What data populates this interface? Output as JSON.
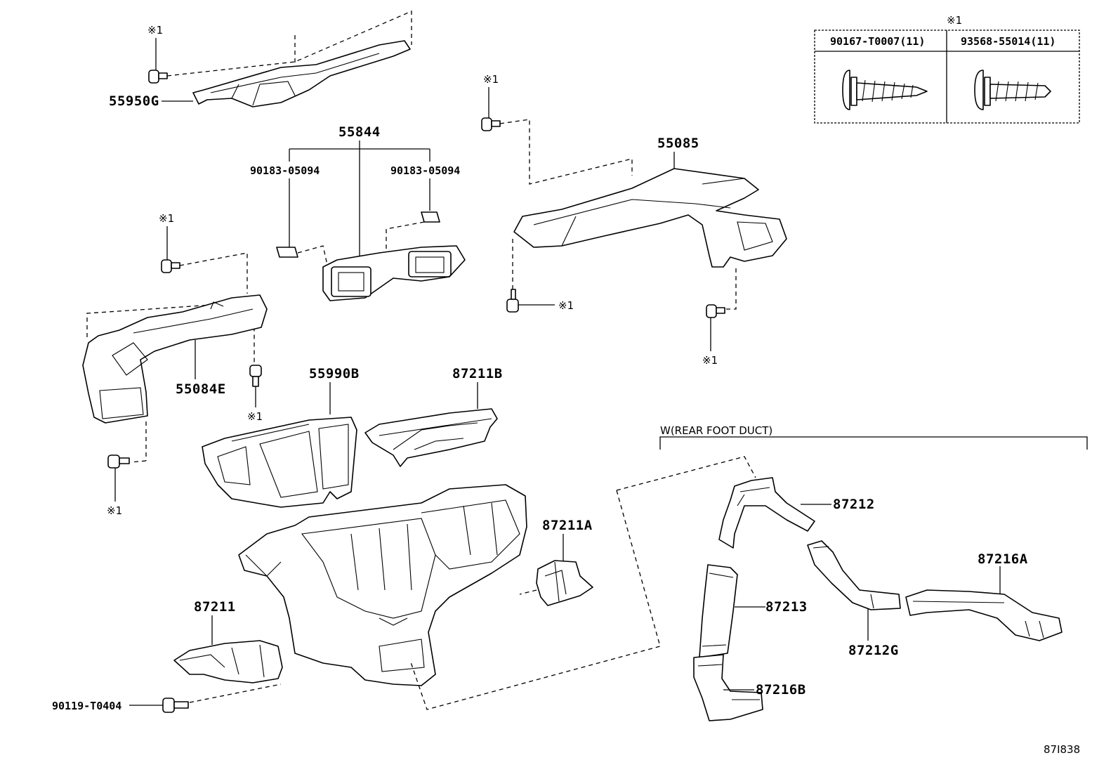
{
  "diagram": {
    "drawing_number": "87I838",
    "fastener_marker": "※1",
    "fastener_table": {
      "marker": "※1",
      "columns": [
        {
          "part_number": "90167-T0007(11)",
          "illustration": "tapping-screw-icon"
        },
        {
          "part_number": "93568-55014(11)",
          "illustration": "machine-screw-icon"
        }
      ]
    },
    "section_label": "W(REAR FOOT DUCT)",
    "part_labels": {
      "p55950G": "55950G",
      "p55844": "55844",
      "p90183a": "90183-05094",
      "p90183b": "90183-05094",
      "p55085": "55085",
      "p55084E": "55084E",
      "p55990B": "55990B",
      "p87211B": "87211B",
      "p87211A": "87211A",
      "p87211": "87211",
      "p90119": "90119-T0404",
      "p87212": "87212",
      "p87213": "87213",
      "p87216A": "87216A",
      "p87212G": "87212G",
      "p87216B": "87216B"
    },
    "colors": {
      "line": "#000000",
      "background": "#ffffff"
    }
  }
}
